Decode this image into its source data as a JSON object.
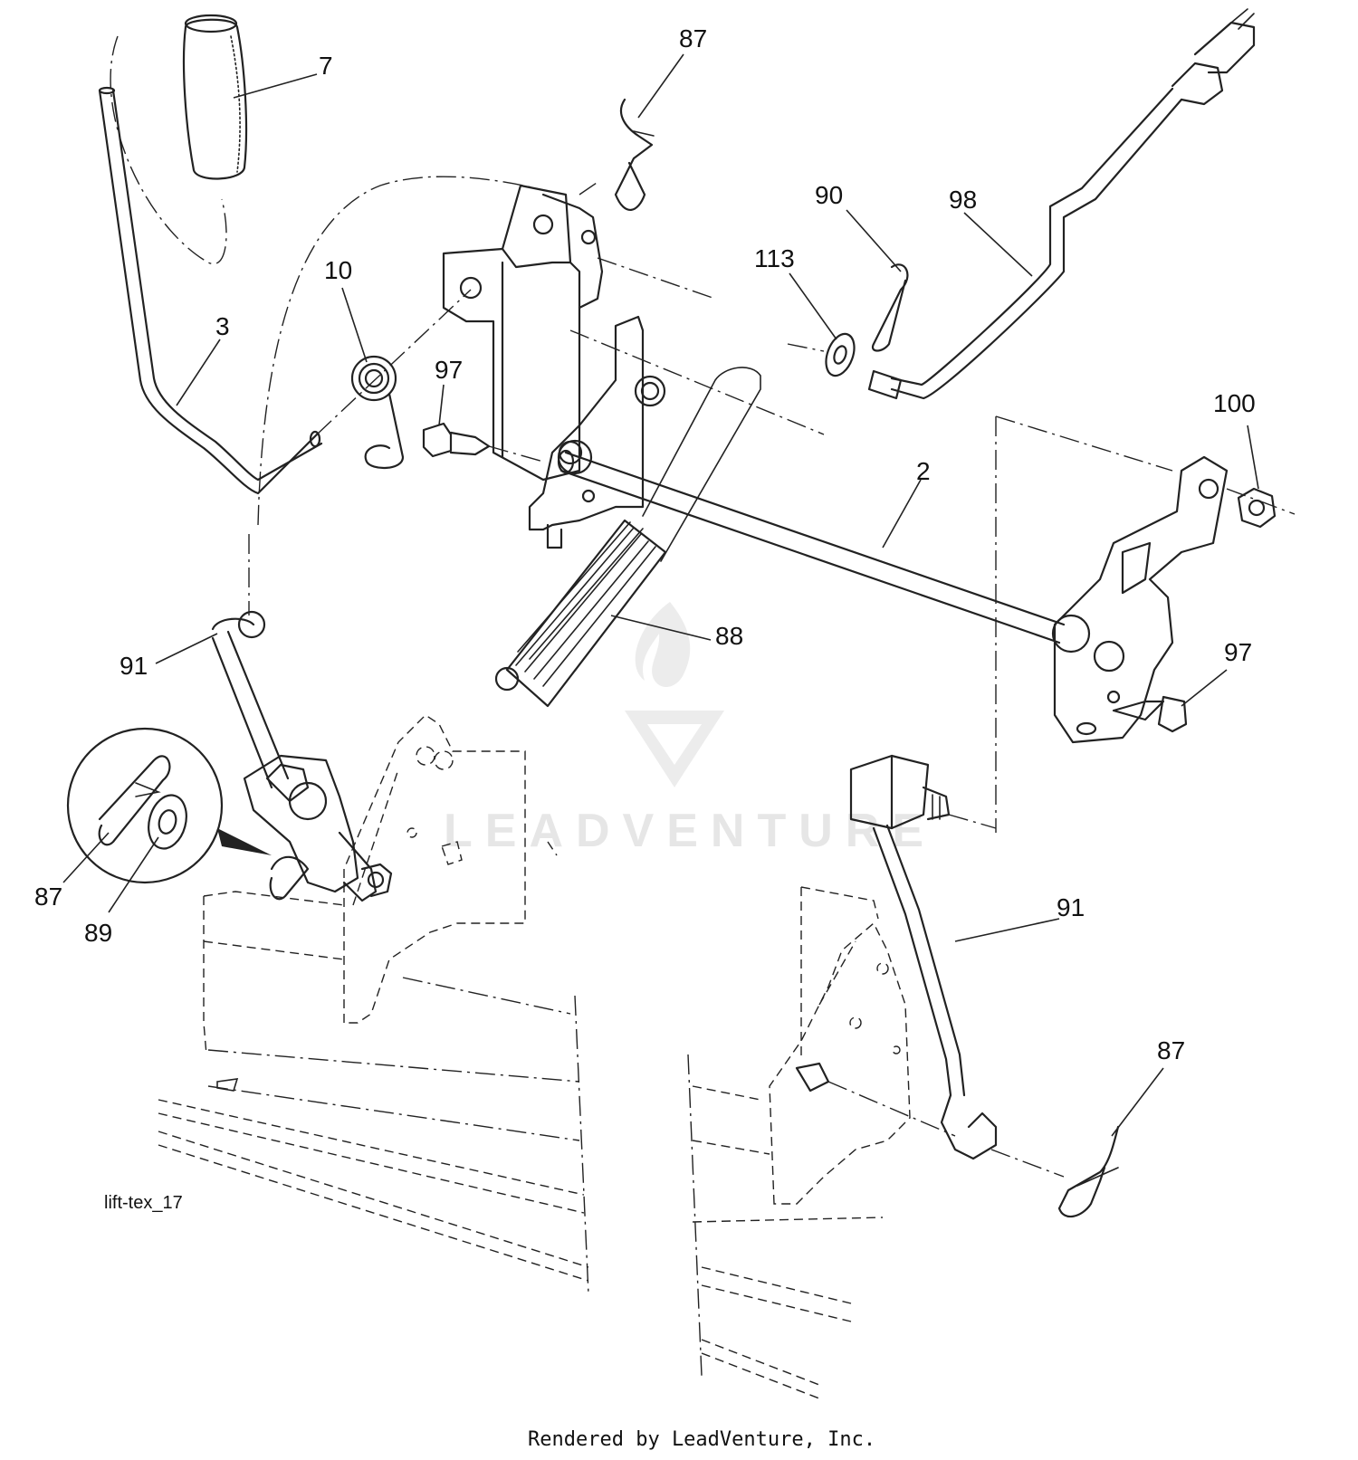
{
  "figure_id": "lift-tex_17",
  "footer": "Rendered by LeadVenture, Inc.",
  "watermark": "LEADVENTURE",
  "callouts": [
    {
      "id": "c-7",
      "label": "7"
    },
    {
      "id": "c-87-top",
      "label": "87"
    },
    {
      "id": "c-90",
      "label": "90"
    },
    {
      "id": "c-98",
      "label": "98"
    },
    {
      "id": "c-113",
      "label": "113"
    },
    {
      "id": "c-10",
      "label": "10"
    },
    {
      "id": "c-3",
      "label": "3"
    },
    {
      "id": "c-97-left",
      "label": "97"
    },
    {
      "id": "c-2",
      "label": "2"
    },
    {
      "id": "c-100",
      "label": "100"
    },
    {
      "id": "c-88",
      "label": "88"
    },
    {
      "id": "c-91-left",
      "label": "91"
    },
    {
      "id": "c-97-right",
      "label": "97"
    },
    {
      "id": "c-87-detail",
      "label": "87"
    },
    {
      "id": "c-89",
      "label": "89"
    },
    {
      "id": "c-91-right",
      "label": "91"
    },
    {
      "id": "c-87-bottom",
      "label": "87"
    }
  ]
}
